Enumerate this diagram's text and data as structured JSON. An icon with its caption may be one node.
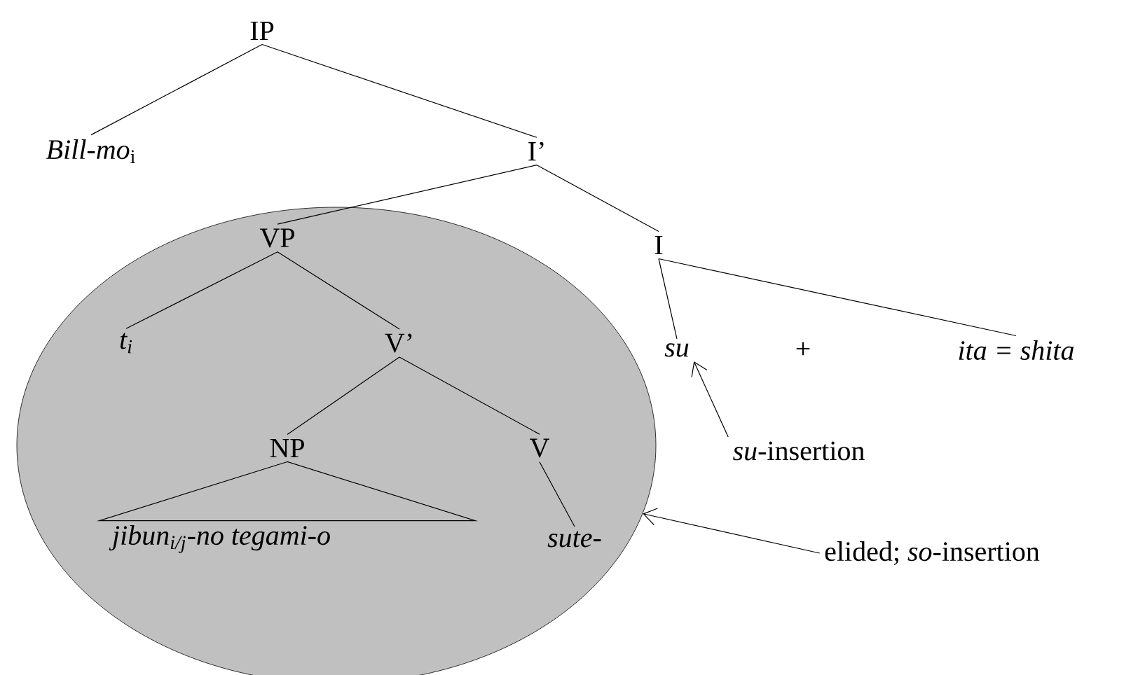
{
  "diagram": {
    "nodes": [
      {
        "text": [
          "IP"
        ]
      },
      {
        "text": [
          "*Bill-mo*$_{i}$"
        ]
      },
      {
        "text": [
          "I’"
        ]
      },
      {
        "text": [],
        "shape": "ellipse"
      },
      {
        "text": [
          "VP"
        ],
        "in": 3
      },
      {
        "text": [
          "I"
        ]
      },
      {
        "text": [
          "t$_{i}$"
        ],
        "in": 3
      },
      {
        "text": [
          "V’"
        ],
        "in": 3
      },
      {
        "text": [
          "su"
        ]
      },
      {
        "text": [
          "ita = shita"
        ]
      },
      {
        "text": [
          "NP"
        ],
        "in": 3
      },
      {
        "text": [
          "V"
        ],
        "in": 3
      },
      {
        "text": [
          "*su*-insertion"
        ]
      },
      {
        "text": [
          "jibun$_{i/j}$-no tegami-o"
        ],
        "in": 3
      },
      {
        "text": [
          "sute-"
        ],
        "in": 3
      },
      {
        "text": [
          "elided; *so*-insertion"
        ]
      }
    ],
    "edges": [
      {
        "from": 0,
        "to": 1,
        "arrow": "none"
      },
      {
        "from": 0,
        "to": 2,
        "arrow": "none"
      },
      {
        "from": 2,
        "to": 4,
        "arrow": "none"
      },
      {
        "from": 2,
        "to": 5,
        "arrow": "none"
      },
      {
        "from": 4,
        "to": 6,
        "arrow": "none"
      },
      {
        "from": 4,
        "to": 7,
        "arrow": "none"
      },
      {
        "from": 5,
        "to": 8,
        "arrow": "none"
      },
      {
        "from": 5,
        "to": 9,
        "arrow": "none"
      },
      {
        "from": 7,
        "to": 10,
        "arrow": "none"
      },
      {
        "from": 7,
        "to": 11,
        "arrow": "none"
      },
      {
        "from": 10,
        "to": 13,
        "arrow": "none"
      },
      {
        "from": 11,
        "to": 14,
        "arrow": "none"
      },
      {
        "from": 12,
        "to": 8,
        "arrow": "to"
      },
      {
        "from": 15,
        "to": 3,
        "arrow": "to"
      }
    ],
    "labels": [
      "+"
    ]
  }
}
